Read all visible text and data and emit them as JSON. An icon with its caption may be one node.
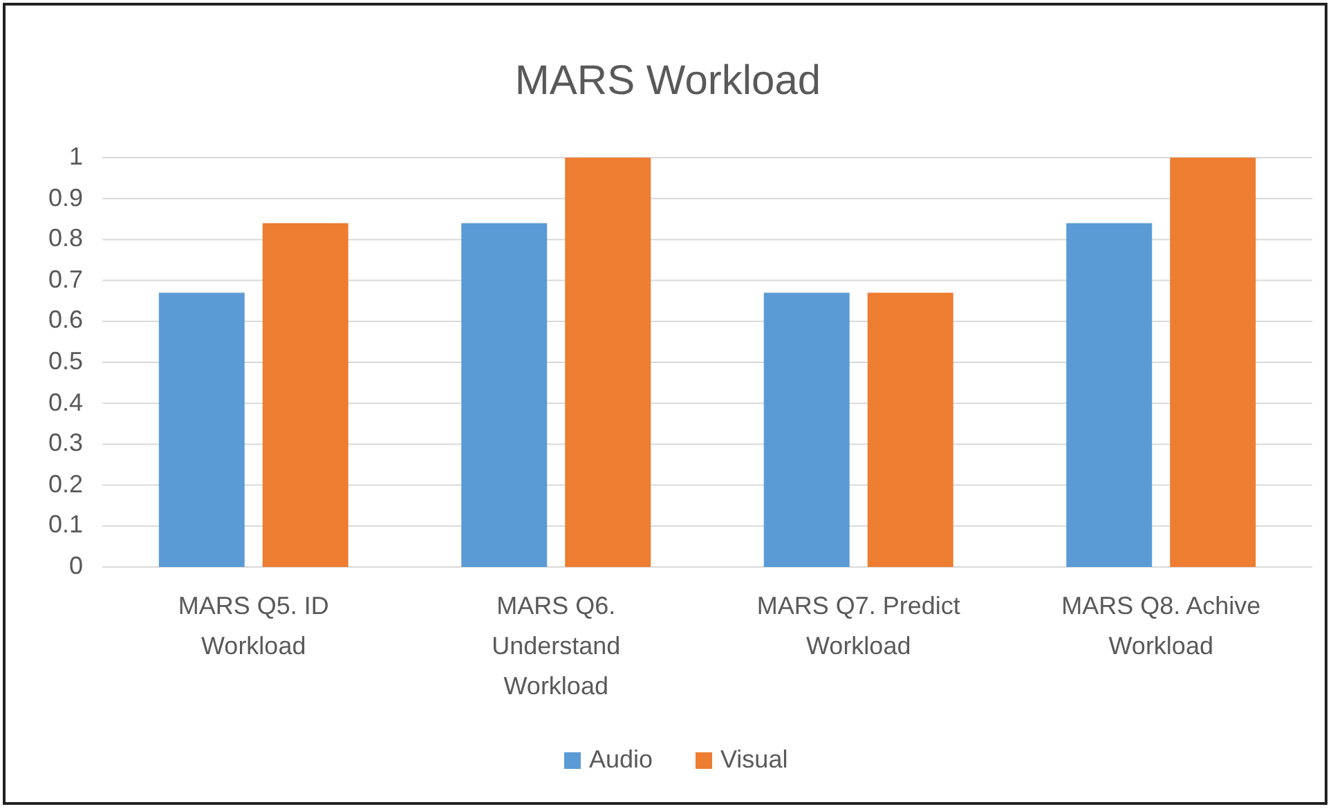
{
  "diagram": {
    "chart_data": {
      "type": "bar",
      "title": "MARS Workload",
      "categories": [
        "MARS Q5. ID Workload",
        "MARS Q6. Understand Workload",
        "MARS Q7. Predict Workload",
        "MARS Q8. Achive Workload"
      ],
      "series": [
        {
          "name": "Audio",
          "color": "#5b9bd5",
          "values": [
            0.67,
            0.84,
            0.67,
            0.84
          ]
        },
        {
          "name": "Visual",
          "color": "#ed7d31",
          "values": [
            0.84,
            1,
            0.67,
            1
          ]
        }
      ],
      "ylim": [
        0,
        1
      ],
      "grid": true,
      "legend": "bottom",
      "yticks": [
        0,
        0.1,
        0.2,
        0.3,
        0.4,
        0.5,
        0.6,
        0.7,
        0.8,
        0.9,
        1
      ]
    }
  }
}
